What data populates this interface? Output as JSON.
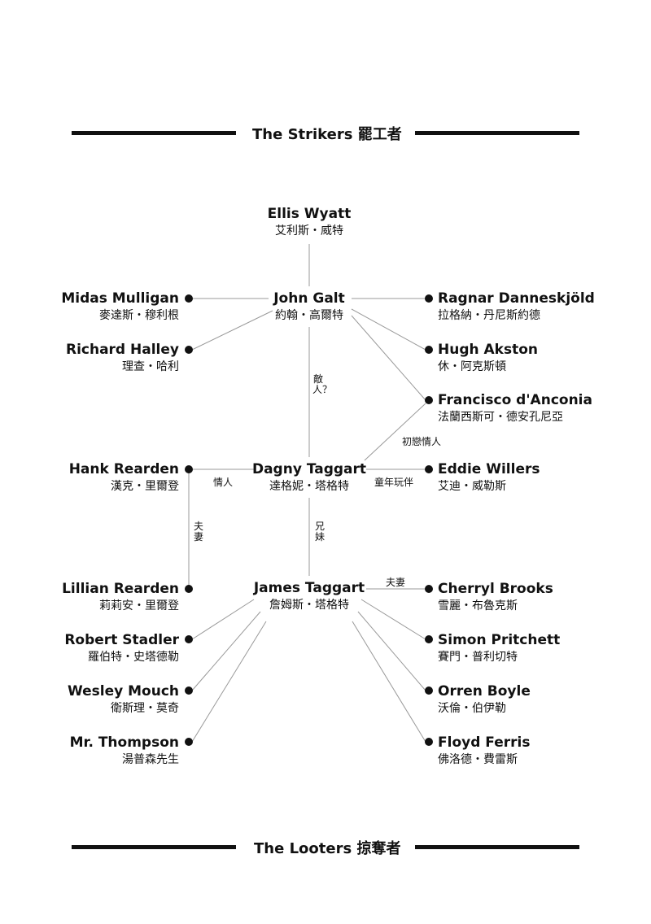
{
  "sections": {
    "top": "The Strikers 罷工者",
    "bottom": "The Looters 掠奪者"
  },
  "people": {
    "ellis": {
      "en": "Ellis Wyatt",
      "zh": "艾利斯・威特"
    },
    "galt": {
      "en": "John Galt",
      "zh": "約翰・高爾特"
    },
    "midas": {
      "en": "Midas Mulligan",
      "zh": "麥達斯・穆利根"
    },
    "richard": {
      "en": "Richard Halley",
      "zh": "理查・哈利"
    },
    "ragnar": {
      "en": "Ragnar Danneskjöld",
      "zh": "拉格納・丹尼斯約德"
    },
    "hugh": {
      "en": "Hugh Akston",
      "zh": "休・阿克斯頓"
    },
    "francisco": {
      "en": "Francisco d'Anconia",
      "zh": "法蘭西斯可・德安孔尼亞"
    },
    "hank": {
      "en": "Hank Rearden",
      "zh": "漢克・里爾登"
    },
    "dagny": {
      "en": "Dagny Taggart",
      "zh": "達格妮・塔格特"
    },
    "eddie": {
      "en": "Eddie Willers",
      "zh": "艾迪・威勒斯"
    },
    "lillian": {
      "en": "Lillian Rearden",
      "zh": "莉莉安・里爾登"
    },
    "james": {
      "en": "James Taggart",
      "zh": "詹姆斯・塔格特"
    },
    "cherryl": {
      "en": "Cherryl Brooks",
      "zh": "雪麗・布魯克斯"
    },
    "robert": {
      "en": "Robert Stadler",
      "zh": "羅伯特・史塔德勒"
    },
    "simon": {
      "en": "Simon Pritchett",
      "zh": "賽門・普利切特"
    },
    "wesley": {
      "en": "Wesley Mouch",
      "zh": "衛斯理・莫奇"
    },
    "orren": {
      "en": "Orren Boyle",
      "zh": "沃倫・伯伊勒"
    },
    "thompson": {
      "en": "Mr. Thompson",
      "zh": "湯普森先生"
    },
    "floyd": {
      "en": "Floyd Ferris",
      "zh": "佛洛德・費雷斯"
    }
  },
  "relations": {
    "enemy": "敵人？",
    "first_love": "初戀情人",
    "lovers": "情人",
    "childhood": "童年玩伴",
    "spouse_rearden": "夫妻",
    "siblings": "兄妹",
    "spouse_taggart": "夫妻"
  }
}
